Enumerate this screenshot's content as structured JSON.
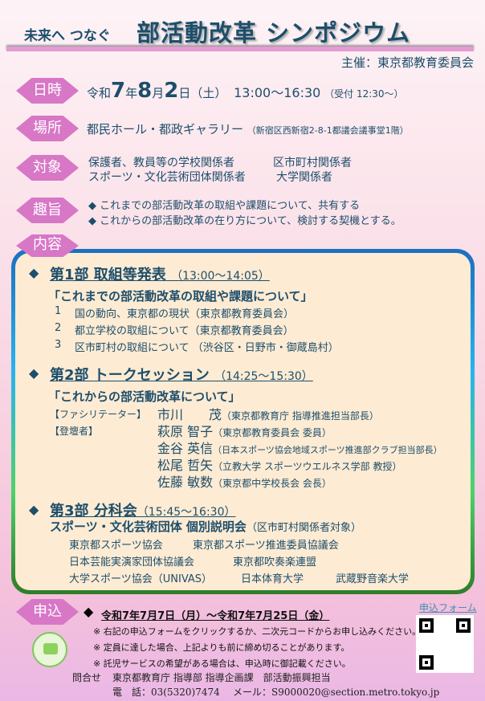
{
  "header": {
    "subtitle": "未来へ つなぐ",
    "title": "部活動改革 シンポジウム",
    "organizer": "主催：東京都教育委員会"
  },
  "datetime": {
    "label": "日時",
    "prefix": "令和",
    "year": "7",
    "y": "年",
    "month": "8",
    "m": "月",
    "day": "2",
    "d": "日（土）",
    "time": "13:00～16:30",
    "reception": "（受付 12:30～）"
  },
  "venue": {
    "label": "場所",
    "name": "都民ホール・都政ギャラリー",
    "address": "（新宿区西新宿2-8-1都議会議事堂1階）"
  },
  "target": {
    "label": "対象",
    "items": [
      "保護者、教員等の学校関係者",
      "区市町村関係者",
      "スポーツ・文化芸術団体関係者",
      "大学関係者"
    ]
  },
  "purpose": {
    "label": "趣旨",
    "items": [
      "◆ これまでの部活動改革の取組や課題について、共有する",
      "◆ これからの部活動改革の在り方について、検討する契機とする。"
    ]
  },
  "content": {
    "label": "内容",
    "part1": {
      "title": "第1部 取組等発表",
      "time": "（13:00～14:05）",
      "theme": "「これまでの部活動改革の取組や課題について」",
      "items": [
        {
          "no": "1",
          "text": "国の動向、東京都の現状（東京都教育委員会）"
        },
        {
          "no": "2",
          "text": "都立学校の取組について（東京都教育委員会）"
        },
        {
          "no": "3",
          "text": "区市町村の取組について （渋谷区・日野市・御蔵島村）"
        }
      ]
    },
    "part2": {
      "title": "第2部 トークセッション",
      "time": "（14:25～15:30）",
      "theme": "「これからの部活動改革について」",
      "facilitator_label": "【ファシリテーター】",
      "panel_label": "【登壇者】",
      "people": [
        {
          "name": "市川　　茂",
          "role": "（東京都教育庁 指導推進担当部長）"
        },
        {
          "name": "萩原 智子",
          "role": "（東京都教育委員会 委員）"
        },
        {
          "name": "金谷 英信",
          "role": "（日本スポーツ協会地域スポーツ推進部クラブ担当部長）"
        },
        {
          "name": "松尾 哲矢",
          "role": "（立教大学 スポーツウエルネス学部 教授）"
        },
        {
          "name": "佐藤 敏数",
          "role": "（東京都中学校長会 会長）"
        }
      ]
    },
    "part3": {
      "title": "第3部 分科会",
      "time": "（15:45～16:30）",
      "subtitle": "スポーツ・文化芸術団体 個別説明会",
      "subtitle_note": "（区市町村関係者対象）",
      "orgs": [
        [
          "東京都スポーツ協会",
          "東京都スポーツ推進委員協議会"
        ],
        [
          "日本芸能実演家団体協議会",
          "東京都吹奏楽連盟"
        ],
        [
          "大学スポーツ協会（UNIVAS）",
          "日本体育大学",
          "武蔵野音楽大学"
        ]
      ]
    }
  },
  "apply": {
    "label": "申込",
    "period": "令和7年7月7日（月）～令和7年7月25日（金）",
    "notes": [
      "※ 右記の申込フォームをクリックするか、二次元コードからお申し込みください。",
      "※ 定員に達した場合、上記よりも前に締め切ることがあります。",
      "※ 託児サービスの希望がある場合は、申込時に御記載ください。"
    ],
    "form_link": "申込フォーム"
  },
  "contact": {
    "label": "問合せ",
    "dept": "東京都教育庁 指導部 指導企画課　部活動振興担当",
    "phone_label": "電　話：",
    "phone": "03(5320)7474",
    "mail_label": "メール：",
    "mail": "S9000020@section.metro.tokyo.jp"
  }
}
